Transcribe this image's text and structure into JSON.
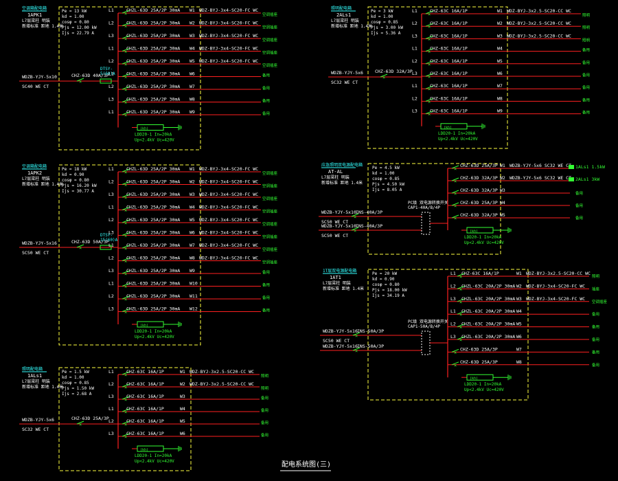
{
  "colors": {
    "bg": "#000000",
    "line": "#ff2020",
    "frame": "#ffff40",
    "text": "#ffffff",
    "cyan": "#33ffff",
    "green": "#33ff33",
    "yellow": "#ffff40"
  },
  "title": "配电系统图(三)",
  "panels": [
    {
      "id": "1APK1",
      "header": "空调箱配电箱",
      "name": "1APK1",
      "desc1": "L7层梁柱 明装",
      "desc2": "新增标准 距地 1.4米",
      "params": [
        "Pe = 13 kW",
        "kd = 1.00",
        "cosφ = 0.80",
        "Pjs = 12.00 kW",
        "Ijs = 22.79 A"
      ],
      "inlet": {
        "cable": "WDZB-YJY-5x10",
        "conduit": "SC40 WE CT",
        "breaker": "CHZ-63D 40A/3P",
        "spd_label": "DTSY-",
        "spd_value": "5(60)A"
      },
      "circuits": [
        {
          "ph": "L1",
          "brk": "CHZL-63D 25A/2P 30mA",
          "no": "W1",
          "cable": "WDZ-BYJ-3x4-SC20-FC WC",
          "use": "空调插座"
        },
        {
          "ph": "L2",
          "brk": "CHZL-63D 25A/2P 30mA",
          "no": "W2",
          "cable": "WDZ-BYJ-3x4-SC20-FC WC",
          "use": "空调插座"
        },
        {
          "ph": "L3",
          "brk": "CHZL-63D 25A/2P 30mA",
          "no": "W3",
          "cable": "WDZ-BYJ-3x4-SC20-FC WC",
          "use": "空调插座"
        },
        {
          "ph": "L1",
          "brk": "CHZL-63D 25A/2P 30mA",
          "no": "W4",
          "cable": "WDZ-BYJ-3x4-SC20-FC WC",
          "use": "空调插座"
        },
        {
          "ph": "L2",
          "brk": "CHZL-63D 25A/2P 30mA",
          "no": "W5",
          "cable": "WDZ-BYJ-3x4-SC20-FC WC",
          "use": "空调插座"
        },
        {
          "ph": "L1",
          "brk": "CHZL-63D 25A/2P 30mA",
          "no": "W6",
          "cable": "",
          "use": "备用"
        },
        {
          "ph": "L2",
          "brk": "CHZL-63D 25A/2P 30mA",
          "no": "W7",
          "cable": "",
          "use": "备用"
        },
        {
          "ph": "L3",
          "brk": "CHZL-63D 25A/2P 30mA",
          "no": "W8",
          "cable": "",
          "use": "备用"
        },
        {
          "ph": "L1",
          "brk": "CHZL-63D 25A/2P 30mA",
          "no": "W9",
          "cable": "",
          "use": "备用"
        }
      ],
      "spd": "LDD20-1 In=20kA",
      "spd2": "Up<2.4kV Uc=420V"
    },
    {
      "id": "1APK2",
      "header": "空调箱配电箱",
      "name": "1APK2",
      "desc1": "L7层梁柱 明装",
      "desc2": "新增标准 距地 1.4米",
      "params": [
        "Pe = 18 kW",
        "kd = 0.90",
        "cosφ = 0.80",
        "Pjs = 16.20 kW",
        "Ijs = 30.77 A"
      ],
      "inlet": {
        "cable": "WDZB-YJY-5x16",
        "conduit": "SC50 WE CT",
        "breaker": "CHZ-63D 50A/3P",
        "spd_label": "DTSY-",
        "spd_value": "15(60)A"
      },
      "circuits": [
        {
          "ph": "L1",
          "brk": "CHZL-63D 25A/2P 30mA",
          "no": "W1",
          "cable": "WDZ-BYJ-3x4-SC20-FC WC",
          "use": "空调插座"
        },
        {
          "ph": "L2",
          "brk": "CHZL-63D 25A/2P 30mA",
          "no": "W2",
          "cable": "WDZ-BYJ-3x4-SC20-FC WC",
          "use": "空调插座"
        },
        {
          "ph": "L3",
          "brk": "CHZL-63D 25A/2P 30mA",
          "no": "W3",
          "cable": "WDZ-BYJ-3x4-SC20-FC WC",
          "use": "空调插座"
        },
        {
          "ph": "L1",
          "brk": "CHZL-63D 25A/2P 30mA",
          "no": "W4",
          "cable": "WDZ-BYJ-3x4-SC20-FC WC",
          "use": "空调插座"
        },
        {
          "ph": "L2",
          "brk": "CHZL-63D 25A/2P 30mA",
          "no": "W5",
          "cable": "WDZ-BYJ-3x4-SC20-FC WC",
          "use": "空调插座"
        },
        {
          "ph": "L3",
          "brk": "CHZL-63D 25A/2P 30mA",
          "no": "W6",
          "cable": "WDZ-BYJ-3x4-SC20-FC WC",
          "use": "空调插座"
        },
        {
          "ph": "L1",
          "brk": "CHZL-63D 25A/2P 30mA",
          "no": "W7",
          "cable": "WDZ-BYJ-3x4-SC20-FC WC",
          "use": "空调插座"
        },
        {
          "ph": "L2",
          "brk": "CHZL-63D 25A/2P 30mA",
          "no": "W8",
          "cable": "WDZ-BYJ-3x4-SC20-FC WC",
          "use": "空调插座"
        },
        {
          "ph": "L3",
          "brk": "CHZL-63D 25A/2P 30mA",
          "no": "W9",
          "cable": "",
          "use": "备用"
        },
        {
          "ph": "L1",
          "brk": "CHZL-63D 25A/2P 30mA",
          "no": "W10",
          "cable": "",
          "use": "备用"
        },
        {
          "ph": "L2",
          "brk": "CHZL-63D 25A/2P 30mA",
          "no": "W11",
          "cable": "",
          "use": "备用"
        },
        {
          "ph": "L3",
          "brk": "CHZL-63D 25A/2P 30mA",
          "no": "W12",
          "cable": "",
          "use": "备用"
        }
      ],
      "spd": "LDD20-1 In=20kA",
      "spd2": "Up<2.4kV Uc=420V"
    },
    {
      "id": "1ALs1",
      "header": "照明配电箱",
      "name": "1ALs1",
      "desc1": "L7层梁柱 明装",
      "desc2": "新增标准 距地 1.4米",
      "params": [
        "Pe = 1.5 kW",
        "kd = 1.00",
        "cosφ = 0.85",
        "Pjs = 1.50 kW",
        "Ijs = 2.68 A"
      ],
      "inlet": {
        "cable": "WDZB-YJY-5x6",
        "conduit": "SC32 WE CT",
        "breaker": "CHZ-63D 25A/3P"
      },
      "circuits": [
        {
          "ph": "L1",
          "brk": "CHZ-63C 16A/1P",
          "no": "W1",
          "cable": "WDZ-BYJ-3x2.5-SC20-CC WC",
          "use": "照明"
        },
        {
          "ph": "L2",
          "brk": "CHZ-63C 16A/1P",
          "no": "W2",
          "cable": "WDZ-BYJ-3x2.5-SC20-CC WC",
          "use": "照明"
        },
        {
          "ph": "L3",
          "brk": "CHZ-63C 16A/1P",
          "no": "W3",
          "cable": "",
          "use": "备用"
        },
        {
          "ph": "L1",
          "brk": "CHZ-63C 16A/1P",
          "no": "W4",
          "cable": "",
          "use": "备用"
        },
        {
          "ph": "L2",
          "brk": "CHZ-63C 16A/1P",
          "no": "W5",
          "cable": "",
          "use": "备用"
        },
        {
          "ph": "L3",
          "brk": "CHZ-63C 16A/1P",
          "no": "W6",
          "cable": "",
          "use": "备用"
        }
      ],
      "spd": "LDD20-1 In=20kA",
      "spd2": "Up<2.4kV Uc=420V"
    },
    {
      "id": "2ALs1",
      "header": "照明配电箱",
      "name": "2ALs1",
      "desc1": "L7层梁柱 明装",
      "desc2": "新增标准 距地 1.4米",
      "params": [
        "Pe = 3 kW",
        "kd = 1.00",
        "cosφ = 0.85",
        "Pjs = 3.00 kW",
        "Ijs = 5.36 A"
      ],
      "inlet": {
        "cable": "WDZB-YJY-5x6",
        "conduit": "SC32 WE CT",
        "breaker": "CHZ-63D 32A/3P"
      },
      "circuits": [
        {
          "ph": "L1",
          "brk": "CHZ-63C 16A/1P",
          "no": "W1",
          "cable": "WDZ-BYJ-3x2.5-SC20-CC WC",
          "use": "照明"
        },
        {
          "ph": "L2",
          "brk": "CHZ-63C 16A/1P",
          "no": "W2",
          "cable": "WDZ-BYJ-3x2.5-SC20-CC WC",
          "use": "照明"
        },
        {
          "ph": "L3",
          "brk": "CHZ-63C 16A/1P",
          "no": "W3",
          "cable": "WDZ-BYJ-3x2.5-SC20-CC WC",
          "use": "照明"
        },
        {
          "ph": "L1",
          "brk": "CHZ-63C 16A/1P",
          "no": "W4",
          "cable": "",
          "use": "备用"
        },
        {
          "ph": "L2",
          "brk": "CHZ-63C 16A/1P",
          "no": "W5",
          "cable": "",
          "use": "备用"
        },
        {
          "ph": "L3",
          "brk": "CHZ-63C 16A/1P",
          "no": "W6",
          "cable": "",
          "use": "备用"
        },
        {
          "ph": "L1",
          "brk": "CHZ-63C 16A/1P",
          "no": "W7",
          "cable": "",
          "use": "备用"
        },
        {
          "ph": "L2",
          "brk": "CHZ-63C 16A/1P",
          "no": "W8",
          "cable": "",
          "use": "备用"
        },
        {
          "ph": "L3",
          "brk": "CHZ-63C 16A/1P",
          "no": "W9",
          "cable": "",
          "use": "备用"
        }
      ],
      "spd": "LDD20-1 In=20kA",
      "spd2": "Up<2.4kV Uc=420V"
    },
    {
      "id": "AT-AL",
      "header": "应急照明双电源配电箱",
      "name": "AT-AL",
      "desc1": "L7层梁柱 明装",
      "desc2": "新增标准 距地 1.4米",
      "params": [
        "Pe = 4.5 kW",
        "kd = 1.00",
        "cosφ = 0.85",
        "Pjs = 4.50 kW",
        "Ijs = 8.05 A"
      ],
      "inlets": [
        {
          "cable": "WDZB-YJY-5x10",
          "conduit": "SC50 WE CT",
          "breaker": "INS-40A/3P"
        },
        {
          "cable": "WDZB-YJY-5x10",
          "conduit": "SC50 WE CT",
          "breaker": "INS-40A/3P"
        }
      ],
      "ats": "PC级 双电源转换开关",
      "ats2": "CAP1-40A/B/4P",
      "circuits": [
        {
          "brk": "CHZ-63D 25A/3P",
          "no": "W1",
          "cable": "WDZB-YJY-5x6 SC32 WE CT",
          "use": "1ALs1 1.5kW",
          "tag": true
        },
        {
          "brk": "CHZ-63D 32A/3P",
          "no": "W2",
          "cable": "WDZB-YJY-5x6 SC32 WE CT",
          "use": "2ALs1 3kW",
          "tag": true
        },
        {
          "brk": "CHZ-63D 32A/3P",
          "no": "W3",
          "cable": "",
          "use": "备用"
        },
        {
          "brk": "CHZ-63D 25A/3P",
          "no": "W4",
          "cable": "",
          "use": "备用"
        },
        {
          "brk": "CHZ-63D 32A/3P",
          "no": "W5",
          "cable": "",
          "use": "备用"
        }
      ],
      "spd": "LDD20-1 In=20kA",
      "spd2": "Up<2.4kV Uc=420V"
    },
    {
      "id": "1AT1",
      "header": "1T层双电源配电箱",
      "name": "1AT1",
      "desc1": "L7层梁柱 明装",
      "desc2": "新增标准 距地 1.4米",
      "params": [
        "Pe = 20 kW",
        "kd = 0.90",
        "cosφ = 0.80",
        "Pjs = 18.00 kW",
        "Ijs = 34.19 A"
      ],
      "inlets": [
        {
          "cable": "WDZB-YJY-5x16",
          "conduit": "SC50 WE CT",
          "breaker": "INS-50A/3P"
        },
        {
          "cable": "WDZB-YJY-5x16",
          "conduit": "",
          "breaker": "INS-50A/3P"
        }
      ],
      "ats": "PC级 双电源转换开关",
      "ats2": "CAP1-50A/B/4P",
      "circuits": [
        {
          "ph": "L1",
          "brk": "CHZ-63C 16A/1P",
          "no": "W1",
          "cable": "WDZ-BYJ-3x2.5-SC20-CC WC",
          "use": "照明"
        },
        {
          "ph": "L2",
          "brk": "CHZL-63C 20A/2P 30mA",
          "no": "W2",
          "cable": "WDZ-BYJ-3x4-SC20-FC WC",
          "use": "插座"
        },
        {
          "ph": "L3",
          "brk": "CHZL-63C 20A/2P 30mA",
          "no": "W3",
          "cable": "WDZ-BYJ-3x4-SC20-FC WC",
          "use": "空调插座"
        },
        {
          "ph": "L1",
          "brk": "CHZL-63C 20A/2P 30mA",
          "no": "W4",
          "cable": "",
          "use": "备用"
        },
        {
          "ph": "L2",
          "brk": "CHZL-63C 20A/2P 30mA",
          "no": "W5",
          "cable": "",
          "use": "备用"
        },
        {
          "ph": "L3",
          "brk": "CHZL-63C 20A/2P 30mA",
          "no": "W6",
          "cable": "",
          "use": "备用"
        },
        {
          "ph": "",
          "brk": "CHZ-63D 25A/3P",
          "no": "W7",
          "cable": "",
          "use": "备用"
        },
        {
          "ph": "",
          "brk": "CHZ-63D 25A/3P",
          "no": "W8",
          "cable": "",
          "use": "备用"
        }
      ],
      "spd": "LDD20-1 In=20kA",
      "spd2": "Up<2.4kV Uc=420V"
    }
  ]
}
